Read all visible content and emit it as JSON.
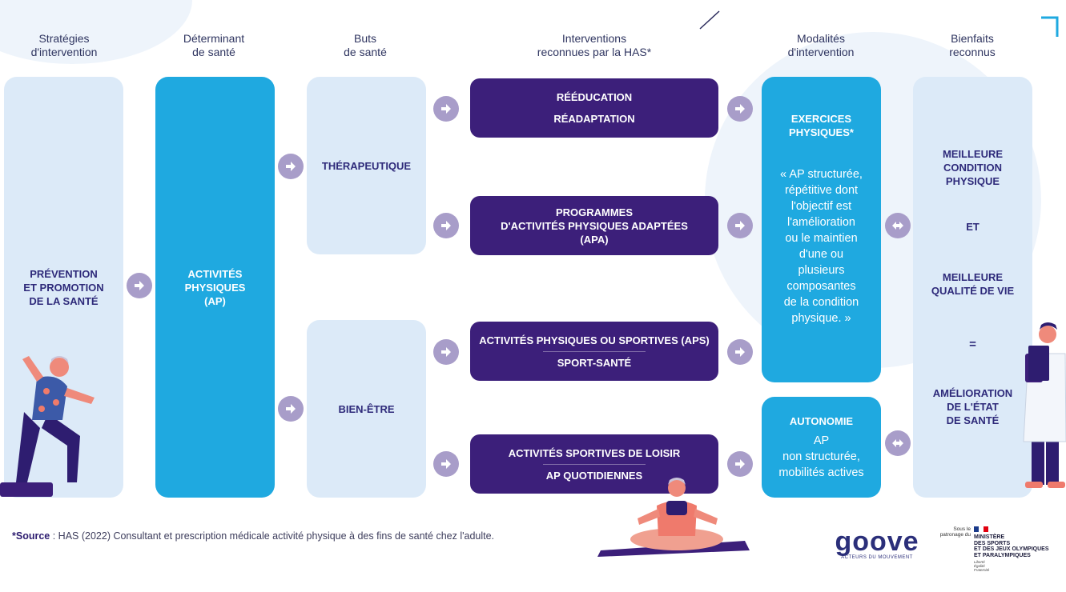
{
  "headers": {
    "strategies": [
      "Stratégies",
      "d'intervention"
    ],
    "determinant": [
      "Déterminant",
      "de santé"
    ],
    "goals": [
      "Buts",
      "de santé"
    ],
    "interventions": [
      "Interventions",
      "reconnues par la HAS*"
    ],
    "modalities": [
      "Modalités",
      "d'intervention"
    ],
    "benefits": [
      "Bienfaits",
      "reconnus"
    ]
  },
  "strategy": [
    "PRÉVENTION",
    "ET PROMOTION",
    "DE LA SANTÉ"
  ],
  "determinant": [
    "ACTIVITÉS",
    "PHYSIQUES",
    "(AP)"
  ],
  "goals": {
    "therapeutic": "THÉRAPEUTIQUE",
    "wellbeing": "BIEN-ÊTRE"
  },
  "interventions": {
    "rehab_1": "RÉÉDUCATION",
    "rehab_2": "RÉADAPTATION",
    "apa_1": "PROGRAMMES",
    "apa_2": "D'ACTIVITÉS PHYSIQUES ADAPTÉES",
    "apa_3": "(APA)",
    "aps_1": "ACTIVITÉS PHYSIQUES OU SPORTIVES (APS)",
    "aps_2": "SPORT-SANTÉ",
    "leisure_1": "ACTIVITÉS SPORTIVES DE LOISIR",
    "leisure_2": "AP QUOTIDIENNES"
  },
  "modalities": {
    "exercise_title": [
      "EXERCICES",
      "PHYSIQUES*"
    ],
    "exercise_quote": [
      "« AP structurée,",
      "répétitive dont",
      "l'objectif est",
      "l'amélioration",
      "ou le maintien",
      "d'une ou",
      "plusieurs",
      "composantes",
      "de la condition",
      "physique. »"
    ],
    "autonomy_title": "AUTONOMIE",
    "autonomy_body": [
      "AP",
      "non structurée,",
      "mobilités actives"
    ]
  },
  "benefits": {
    "b1": [
      "MEILLEURE",
      "CONDITION",
      "PHYSIQUE"
    ],
    "and": "ET",
    "b2": [
      "MEILLEURE",
      "QUALITÉ DE VIE"
    ],
    "equals": "=",
    "b3": [
      "AMÉLIORATION",
      "DE L'ÉTAT",
      "DE SANTÉ"
    ]
  },
  "footer": {
    "source_label": "*Source",
    "source_text": " : HAS (2022) Consultant et prescription médicale activité physique à des fins de santé chez l'adulte.",
    "brand": "goove",
    "brand_tagline": "ACTEURS DU MOUVEMENT",
    "patronage": [
      "Sous le",
      "patronage du"
    ],
    "ministry": [
      "MINISTÈRE",
      "DES SPORTS",
      "ET DES JEUX OLYMPIQUES",
      "ET PARALYMPIQUES"
    ],
    "motto": [
      "Liberté",
      "Égalité",
      "Fraternité"
    ]
  },
  "colors": {
    "light_box": "#dceaf8",
    "cyan_box": "#1fa9e0",
    "purple_box": "#3c1f7a",
    "arrow": "#a89dc9"
  }
}
